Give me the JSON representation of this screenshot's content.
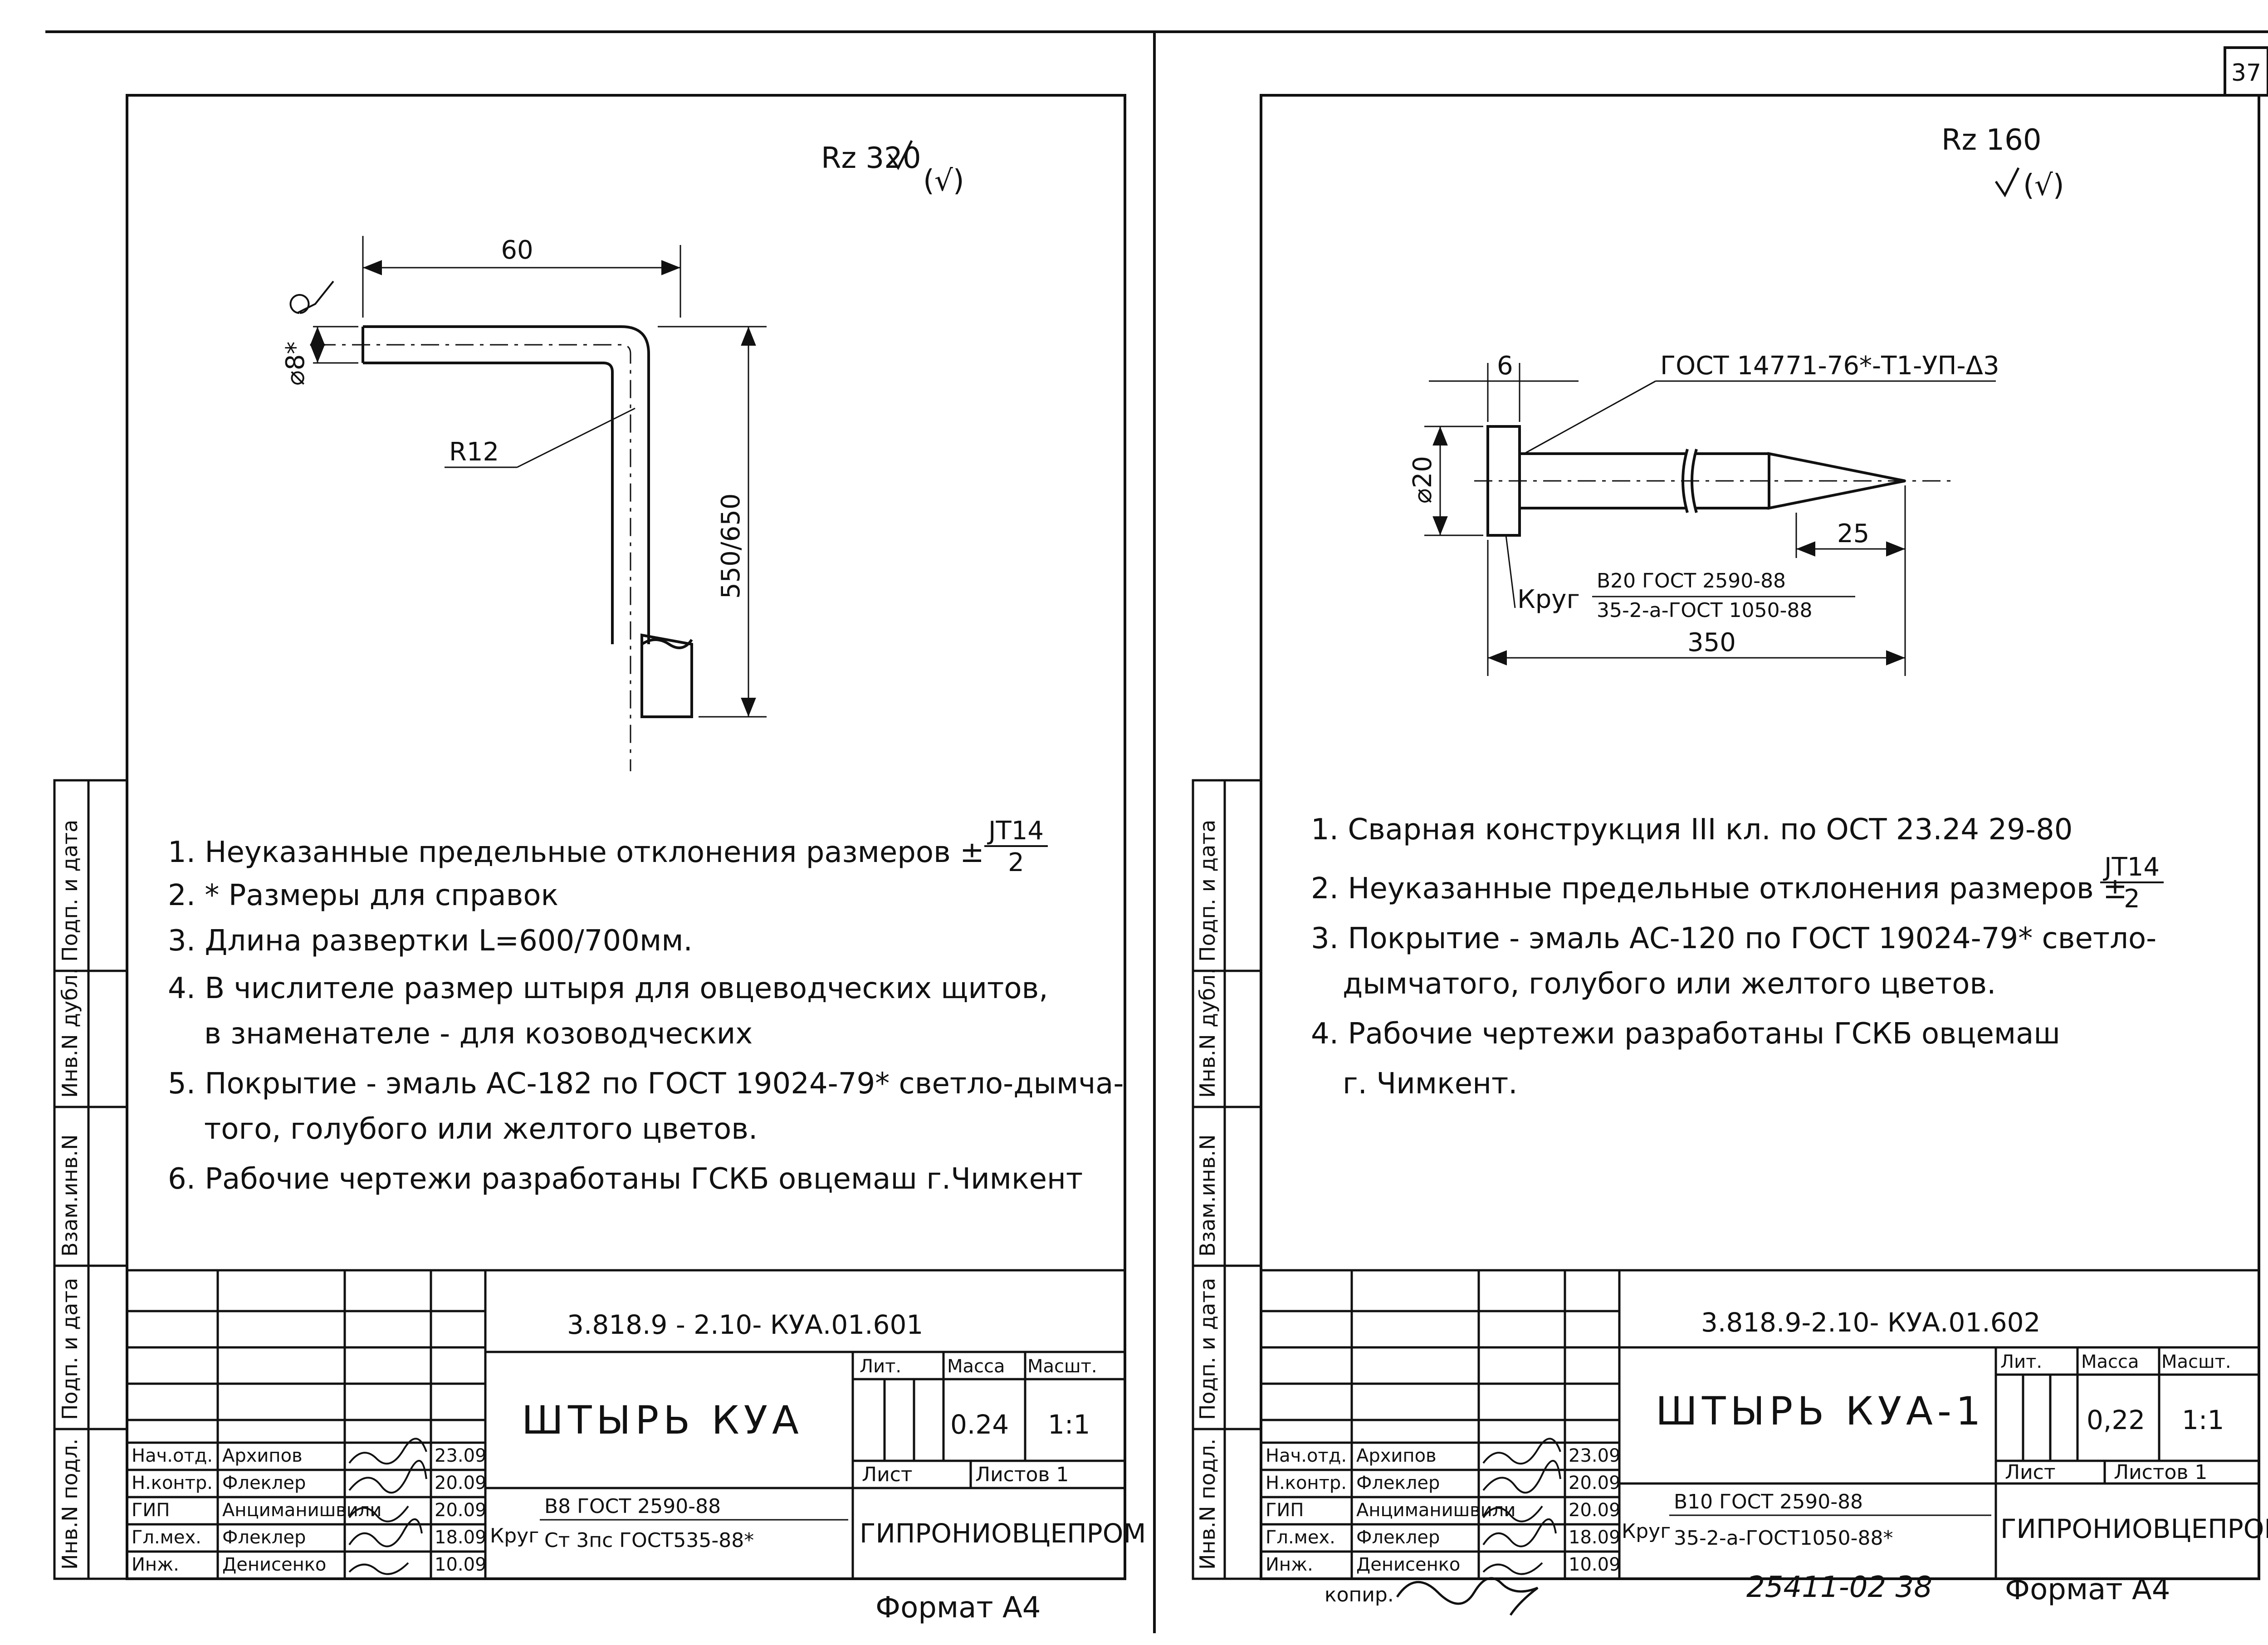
{
  "page_number": "37",
  "bottom_copy_label": "копир.",
  "bottom_archive": "25411-02 38",
  "left": {
    "roughness": "Rz 320",
    "roughness_paren": "(√)",
    "dims": {
      "len": "60",
      "dia": "⌀8*",
      "radius": "R12",
      "height": "550/650"
    },
    "notes": [
      "1. Неуказанные предельные отклонения размеров ±",
      "2. * Размеры для справок",
      "3. Длина развертки L=600/700мм.",
      "4. В числителе размер штыря для овцеводческих щитов,",
      "в знаменателе - для козоводческих",
      "5. Покрытие - эмаль АС-182 по ГОСТ 19024-79* светло-дымча-",
      "того, голубого или желтого цветов.",
      "6. Рабочие чертежи разработаны ГСКБ овцемаш г.Чимкент"
    ],
    "tolerance_num": "JT14",
    "tolerance_den": "2",
    "code": "3.818.9 - 2.10-   КУА.01.601",
    "title": "ШТЫРЬ КУА",
    "hdr_lit": "Лит.",
    "hdr_mass": "Масса",
    "hdr_scale": "Масшт.",
    "mass": "0.24",
    "scale": "1:1",
    "sheet": "Лист",
    "sheets": "Листов 1",
    "material_label": "Круг",
    "material_top": "В8 ГОСТ 2590-88",
    "material_bottom": "Ст 3пс ГОСТ535-88*",
    "org": "ГИПРОНИОВЦЕПРОМ",
    "format": "Формат А4",
    "people": [
      {
        "role": "Нач.отд.",
        "name": "Архипов",
        "date": "23.09"
      },
      {
        "role": "Н.контр.",
        "name": "Флеклер",
        "date": "20.09"
      },
      {
        "role": "ГИП",
        "name": "Анциманишвили",
        "date": "20.09"
      },
      {
        "role": "Гл.мех.",
        "name": "Флеклер",
        "date": "18.09"
      },
      {
        "role": "Инж.",
        "name": "Денисенко",
        "date": "10.09"
      }
    ],
    "side_labels": [
      "Инв.N подл.",
      "Подп. и дата",
      "Взам.инв.N",
      "Инв.N дубл.",
      "Подп. и дата"
    ]
  },
  "right": {
    "roughness": "Rz 160",
    "roughness_paren": "(√)",
    "dims": {
      "head": "6",
      "dia": "⌀20",
      "tip": "25",
      "len": "350",
      "weld": "ГОСТ 14771-76*-Т1-УП-Δ3"
    },
    "material_call": {
      "label": "Круг",
      "top": "В20 ГОСТ 2590-88",
      "bottom": "35-2-а-ГОСТ 1050-88"
    },
    "notes": [
      "1. Сварная конструкция III кл. по ОСТ 23.24 29-80",
      "2. Неуказанные предельные отклонения размеров ±",
      "3. Покрытие - эмаль АС-120 по ГОСТ 19024-79* светло-",
      "дымчатого, голубого или желтого цветов.",
      "4. Рабочие чертежи разработаны ГСКБ овцемаш",
      "г. Чимкент."
    ],
    "tolerance_num": "JT14",
    "tolerance_den": "2",
    "code": "3.818.9-2.10-   КУА.01.602",
    "title": "ШТЫРЬ КУА-1",
    "hdr_lit": "Лит.",
    "hdr_mass": "Масса",
    "hdr_scale": "Масшт.",
    "mass": "0,22",
    "scale": "1:1",
    "sheet": "Лист",
    "sheets": "Листов 1",
    "material_label": "Круг",
    "material_top": "В10 ГОСТ 2590-88",
    "material_bottom": "35-2-а-ГОСТ1050-88*",
    "org": "ГИПРОНИОВЦЕПРОМ",
    "format": "Формат А4",
    "people": [
      {
        "role": "Нач.отд.",
        "name": "Архипов",
        "date": "23.09"
      },
      {
        "role": "Н.контр.",
        "name": "Флеклер",
        "date": "20.09"
      },
      {
        "role": "ГИП",
        "name": "Анциманишвили",
        "date": "20.09"
      },
      {
        "role": "Гл.мех.",
        "name": "Флеклер",
        "date": "18.09"
      },
      {
        "role": "Инж.",
        "name": "Денисенко",
        "date": "10.09"
      }
    ],
    "side_labels": [
      "Инв.N подл.",
      "Подп. и дата",
      "Взам.инв.N",
      "Инв.N дубл.",
      "Подп. и дата"
    ]
  }
}
